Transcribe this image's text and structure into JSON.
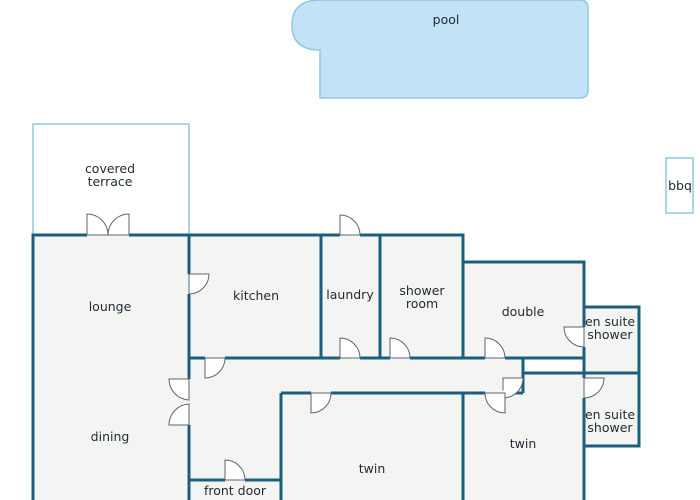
{
  "colors": {
    "wall": "#1b5f7c",
    "terrace_outline": "#8fc7e2",
    "pool_fill": "#c3e2f6",
    "pool_outline": "#8fc7e2",
    "floor": "#f4f4f3",
    "label": "#1f2a33"
  },
  "labels": {
    "pool": "pool",
    "covered_terrace_line1": "covered",
    "covered_terrace_line2": "terrace",
    "bbq": "bbq",
    "lounge": "lounge",
    "dining": "dining",
    "kitchen": "kitchen",
    "laundry": "laundry",
    "shower_room_line1": "shower",
    "shower_room_line2": "room",
    "double": "double",
    "en_suite_1_line1": "en suite",
    "en_suite_1_line2": "shower",
    "en_suite_2_line1": "en suite",
    "en_suite_2_line2": "shower",
    "twin_center": "twin",
    "twin_right": "twin",
    "front_door": "front door"
  }
}
